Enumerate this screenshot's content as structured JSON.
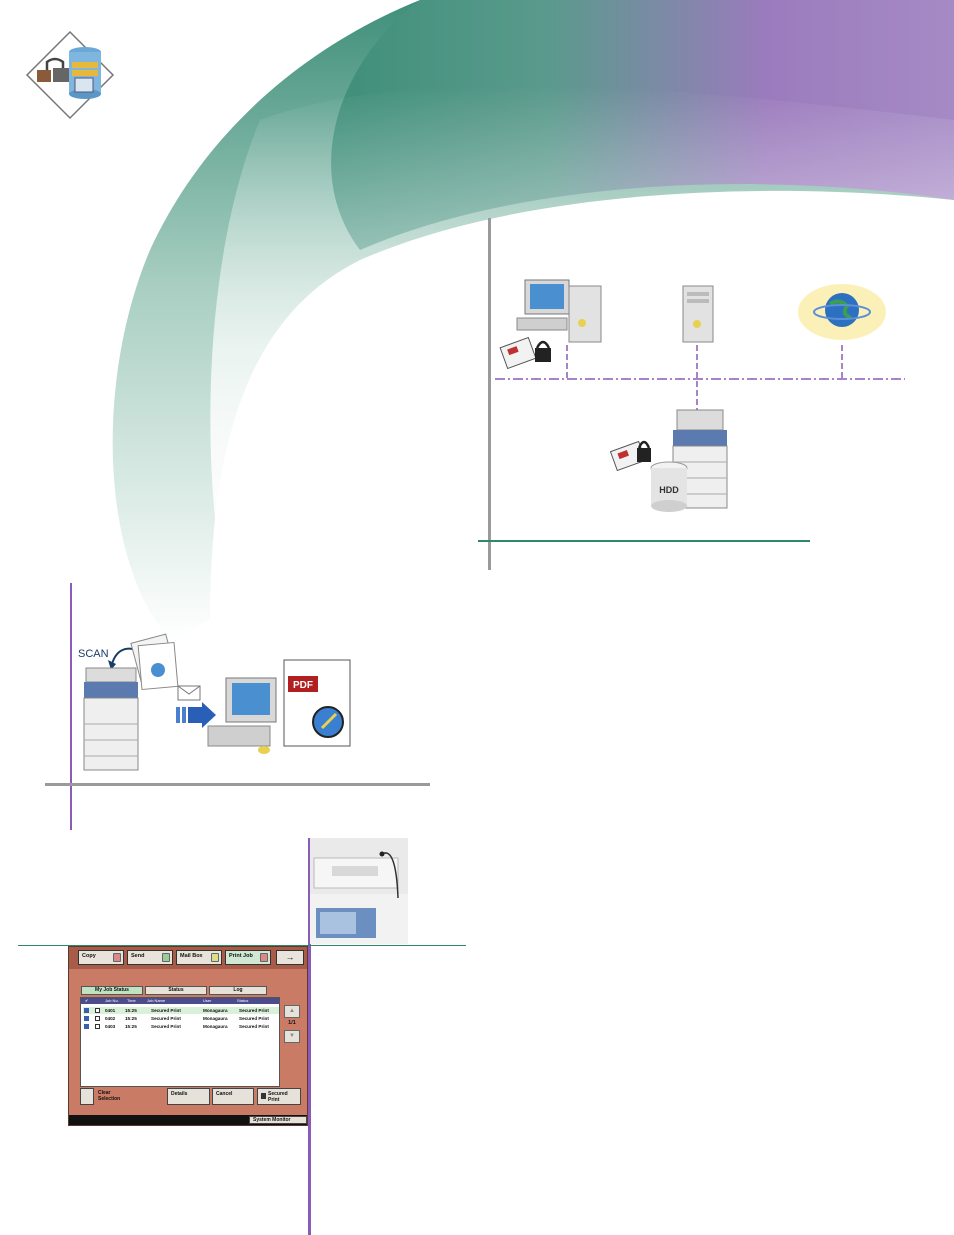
{
  "diagram_top": {
    "labels": {
      "hdd": "HDD"
    }
  },
  "diagram_scan": {
    "labels": {
      "scan": "SCAN",
      "pdf": "PDF"
    }
  },
  "panel": {
    "function_buttons": {
      "copy": "Copy",
      "send": "Send",
      "mail_box": "Mail Box",
      "print_job": "Print Job",
      "next": "→"
    },
    "tabs": {
      "my_job_status": "My Job Status",
      "status": "Status",
      "log": "Log"
    },
    "columns": {
      "check": "✔",
      "job_no": "Job No.",
      "time": "Time",
      "job_name": "Job Name",
      "user": "User",
      "status": "Status"
    },
    "rows": [
      {
        "job_no": "0401",
        "time": "15:25",
        "job_name": "Secured Print",
        "user": "Monagaura",
        "status": "Secured Print"
      },
      {
        "job_no": "0402",
        "time": "15:25",
        "job_name": "Secured Print",
        "user": "Monagaura",
        "status": "Secured Print"
      },
      {
        "job_no": "0403",
        "time": "15:25",
        "job_name": "Secured Print",
        "user": "Monagaura",
        "status": "Secured Print"
      }
    ],
    "page_indicator": "1/1",
    "bottom_buttons": {
      "clear_selection": "Clear Selection",
      "details": "Details",
      "cancel": "Cancel",
      "secured_print": "Secured Print"
    },
    "system_monitor": "System Monitor"
  },
  "colors": {
    "swoosh_teal": "#3f8f7a",
    "swoosh_purple": "#9b7bbd",
    "accent_green": "#2e8a66",
    "accent_purple": "#8a5cb8",
    "panel_bg": "#c97b66"
  }
}
